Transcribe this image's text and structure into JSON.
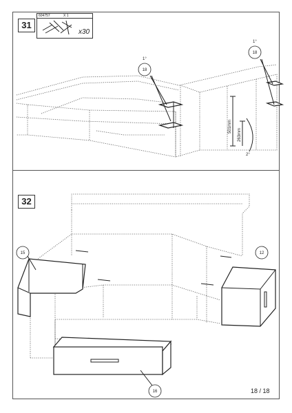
{
  "steps": [
    {
      "number": "31",
      "parts": {
        "code": "604757",
        "quantity_label": "X 1",
        "count": "x30"
      },
      "callouts": [
        "18",
        "18"
      ],
      "angle_labels": [
        "1°",
        "1°"
      ],
      "dimensions": [
        "501mm",
        "263mm"
      ],
      "angle_mark": "2°"
    },
    {
      "number": "32",
      "callouts": [
        "15",
        "12",
        "16"
      ]
    }
  ],
  "page_number": "18 / 18"
}
